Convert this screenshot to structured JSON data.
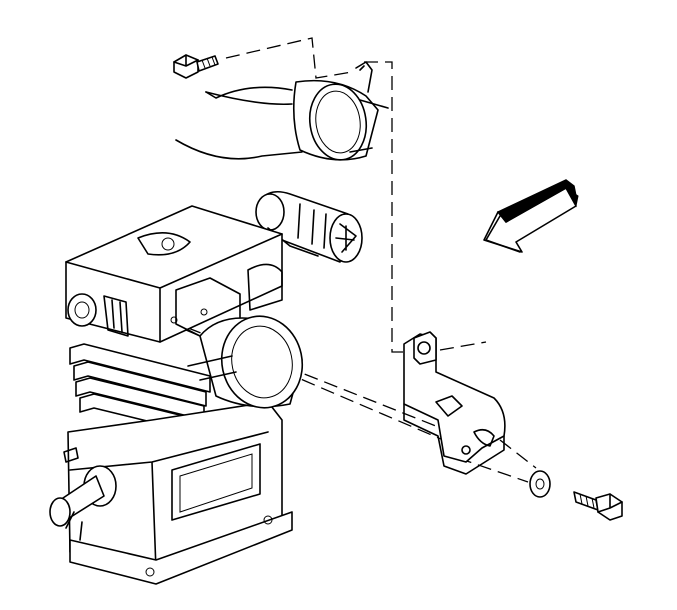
{
  "figure": {
    "parts": [
      "bolt-upper",
      "duct-hose",
      "air-compressor",
      "cylinder-head",
      "governor",
      "mounting-bracket",
      "washer",
      "bolt-lower",
      "front-direction-arrow"
    ],
    "arrow_color": "#000000",
    "line_color": "#000000",
    "background": "#ffffff"
  }
}
